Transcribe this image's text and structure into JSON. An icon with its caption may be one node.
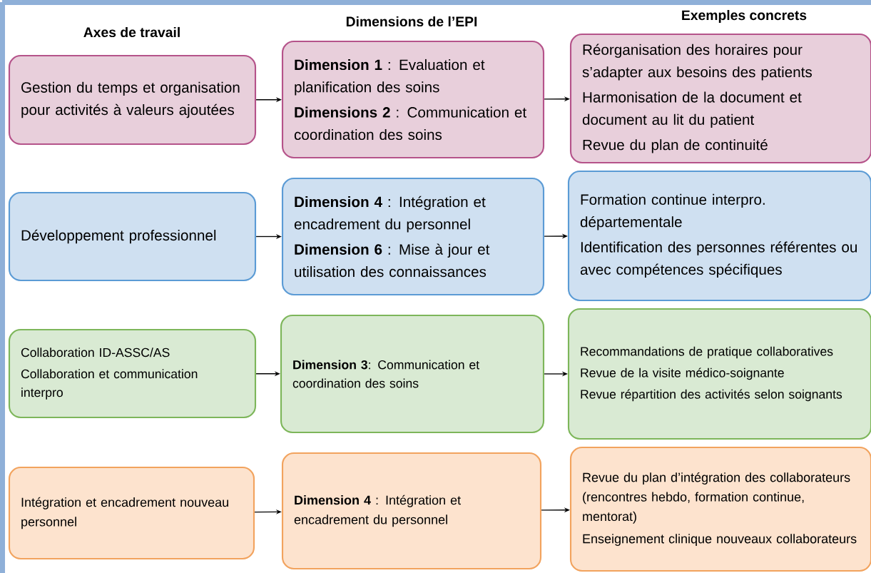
{
  "diagram": {
    "nodes": [
      {
        "text": [
          "Gestion du temps et organisation pour activités à valeurs ajoutées"
        ]
      },
      {
        "text": [
          "**Dimension 1** : Evaluation et planification des soins",
          "**Dimensions 2** : Communication et coordination des soins"
        ]
      },
      {
        "text": [
          "Réorganisation des horaires pour s’adapter aux besoins des patients",
          "Harmonisation de la document et document au lit du patient",
          "Revue du plan de continuité"
        ]
      },
      {
        "text": [
          "Développement professionnel"
        ]
      },
      {
        "text": [
          "**Dimension 4** : Intégration et encadrement du personnel",
          "**Dimension 6** : Mise à jour et utilisation des connaissances"
        ]
      },
      {
        "text": [
          "Formation continue interpro. départementale",
          "Identification des personnes référentes ou avec compétences spécifiques"
        ]
      },
      {
        "text": [
          "Collaboration ID-ASSC/AS",
          "Collaboration et communication interpro"
        ]
      },
      {
        "text": [
          "**Dimension 3**: Communication et coordination des soins"
        ]
      },
      {
        "text": [
          "Recommandations de pratique collaboratives",
          "Revue de la visite médico-soignante",
          "Revue répartition des activités selon soignants"
        ]
      },
      {
        "text": [
          "Intégration et encadrement nouveau personnel"
        ]
      },
      {
        "text": [
          "**Dimension 4** : Intégration et encadrement du personnel"
        ]
      },
      {
        "text": [
          "Revue du plan d’intégration des collaborateurs (rencontres hebdo, formation continue, mentorat)",
          "Enseignement clinique nouveaux collaborateurs"
        ]
      }
    ],
    "edges": [
      {
        "from": 0,
        "to": 1,
        "arrow": "to"
      },
      {
        "from": 1,
        "to": 2,
        "arrow": "to"
      },
      {
        "from": 3,
        "to": 4,
        "arrow": "to"
      },
      {
        "from": 4,
        "to": 5,
        "arrow": "to"
      },
      {
        "from": 6,
        "to": 7,
        "arrow": "to"
      },
      {
        "from": 7,
        "to": 8,
        "arrow": "to"
      },
      {
        "from": 9,
        "to": 10,
        "arrow": "to"
      },
      {
        "from": 10,
        "to": 11,
        "arrow": "to"
      }
    ],
    "labels": [
      "Axes de travail",
      "Dimensions de l’EPI",
      "Exemples concrets"
    ]
  }
}
